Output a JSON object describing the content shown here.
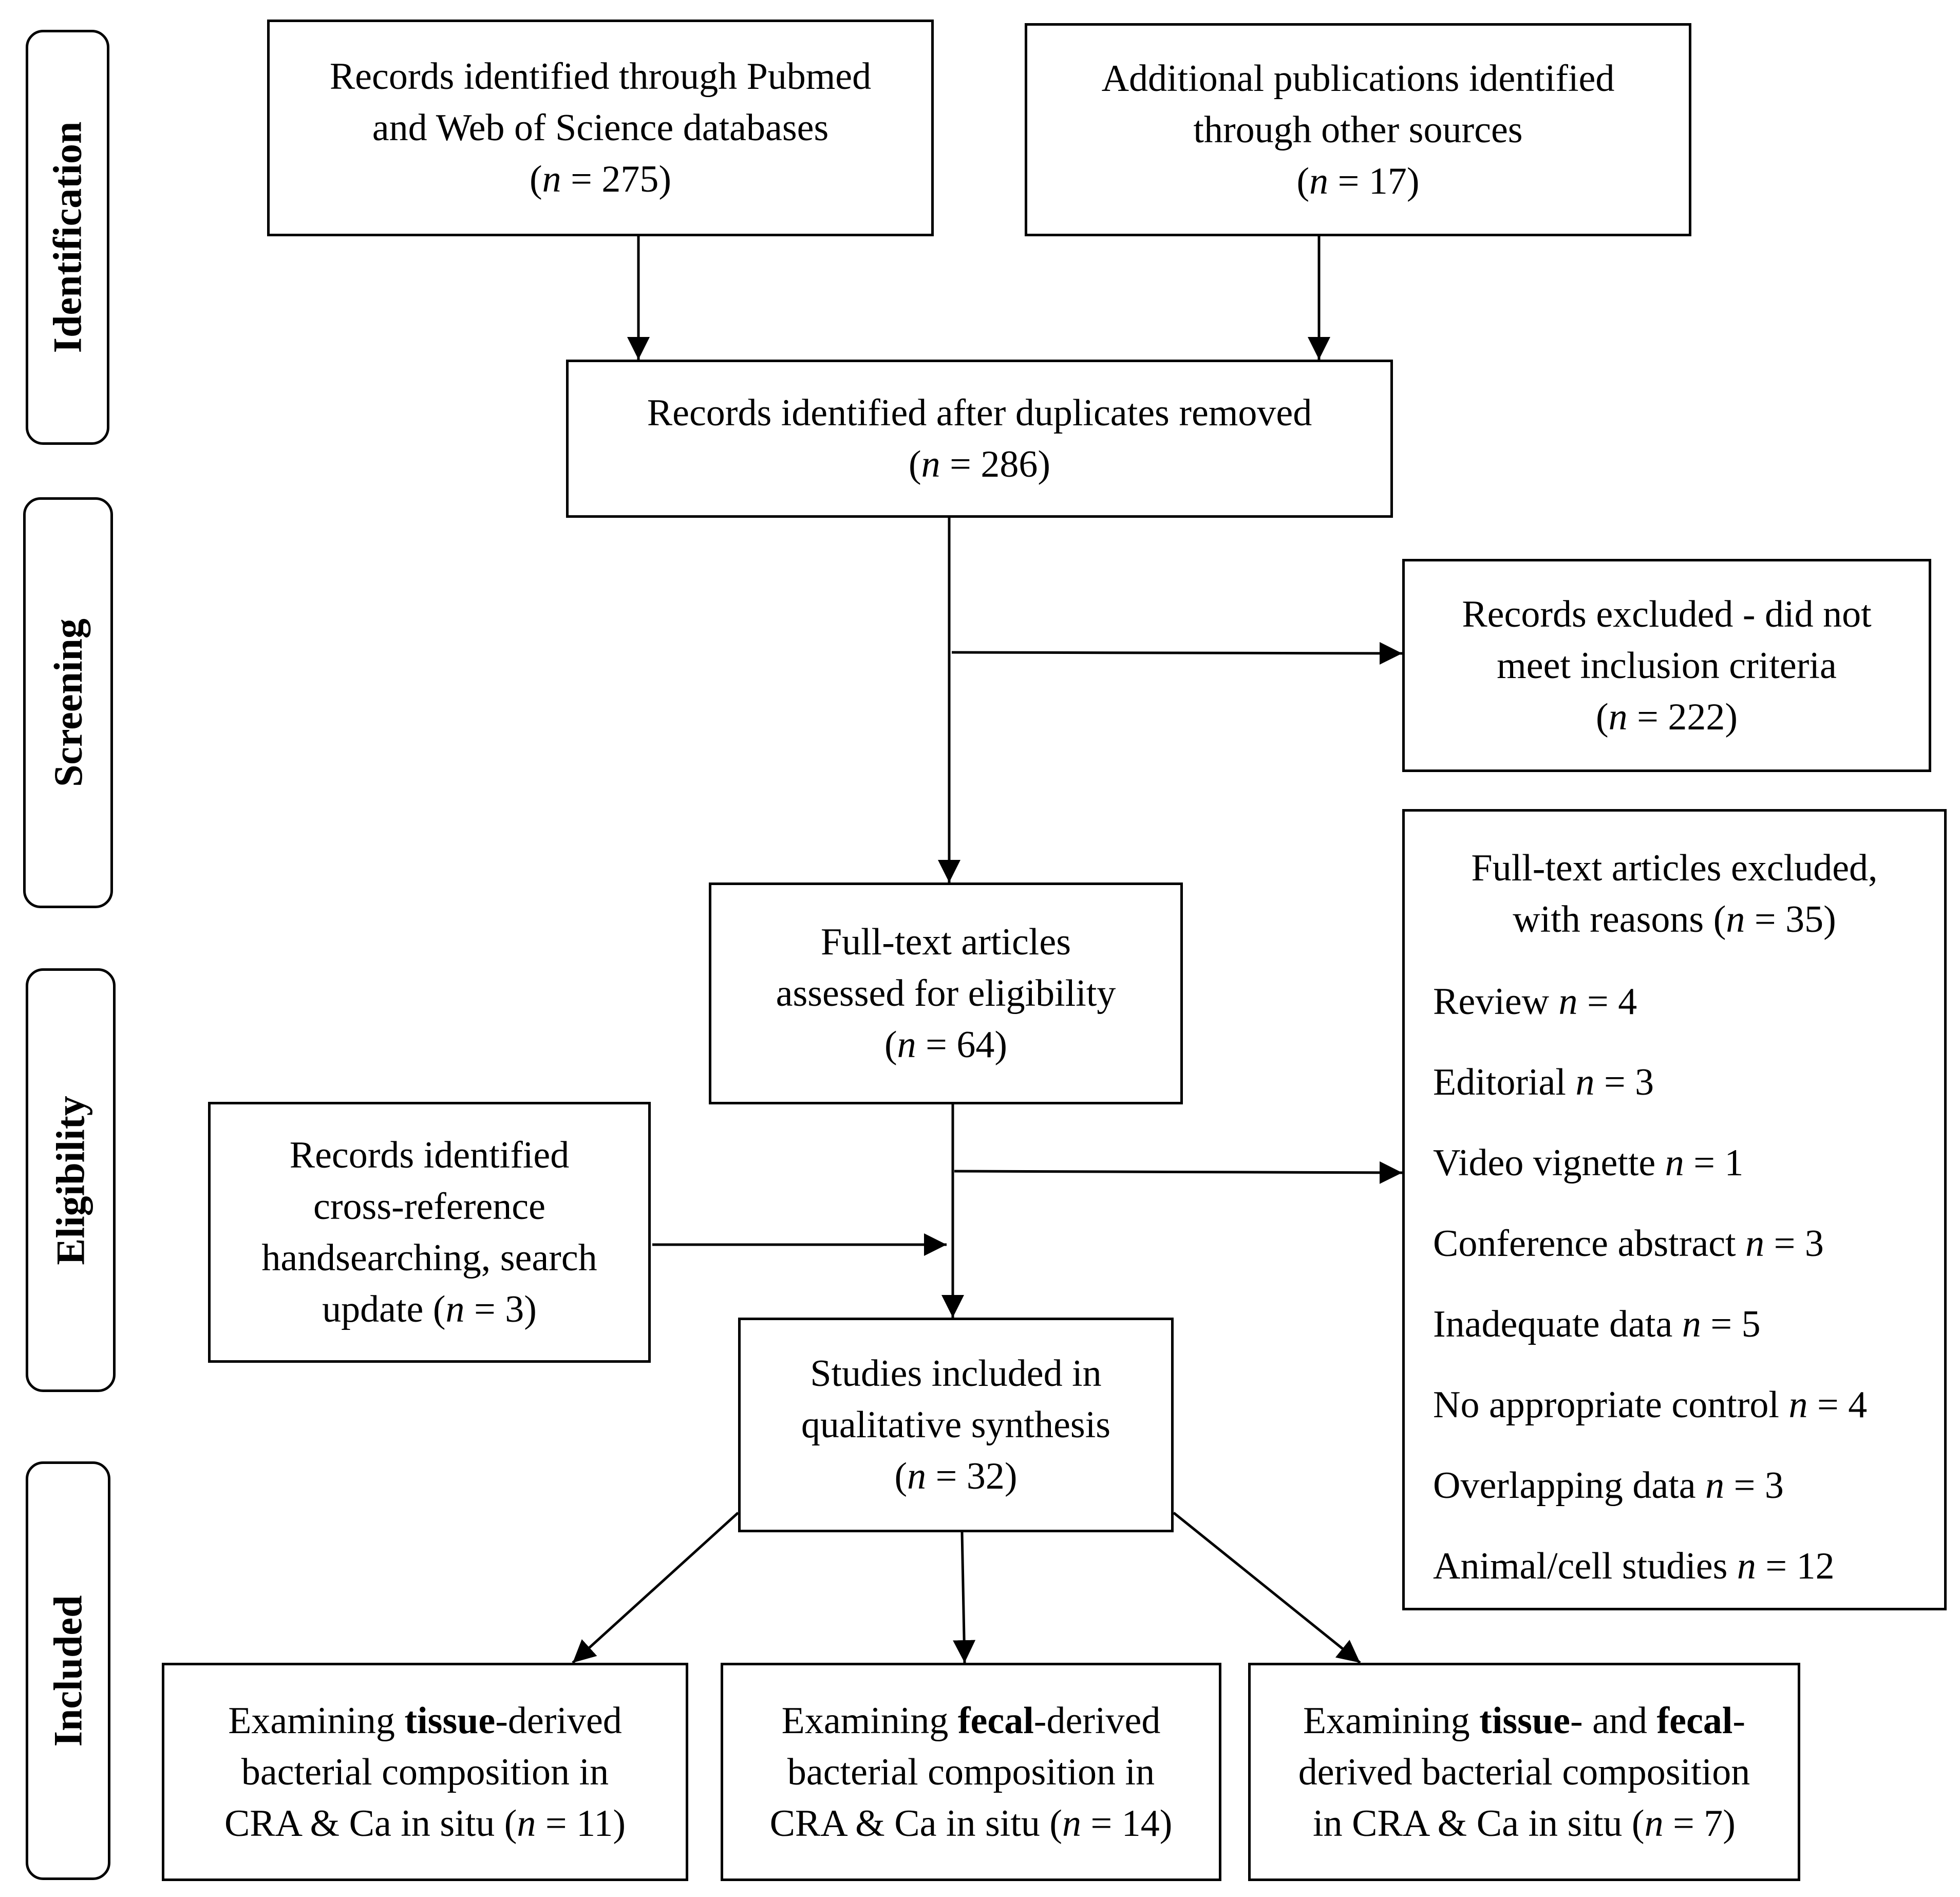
{
  "phases": {
    "identification": "Identification",
    "screening": "Screening",
    "eligibility": "Eligibility",
    "included": "Included"
  },
  "boxes": {
    "pubmed": {
      "line1": "Records identified through Pubmed",
      "line2": "and Web of Science databases",
      "n_prefix": "(",
      "n_symbol": "n",
      "n_value": " = 275)"
    },
    "other_sources": {
      "line1": "Additional publications identified",
      "line2": "through other sources",
      "n_prefix": "(",
      "n_symbol": "n",
      "n_value": " = 17)"
    },
    "dedup": {
      "line1": "Records identified after duplicates removed",
      "n_prefix": "(",
      "n_symbol": "n",
      "n_value": " = 286)"
    },
    "excluded_records": {
      "line1": "Records excluded - did not",
      "line2": "meet inclusion criteria",
      "n_prefix": "(",
      "n_symbol": "n",
      "n_value": " = 222)"
    },
    "fulltext": {
      "line1": "Full-text articles",
      "line2": "assessed for eligibility",
      "n_prefix": "(",
      "n_symbol": "n",
      "n_value": " = 64)"
    },
    "fulltext_excluded": {
      "line1": "Full-text articles excluded,",
      "line2_prefix": "with reasons (",
      "n_symbol": "n",
      "line2_value": " = 35)",
      "reasons": [
        {
          "label": "Review ",
          "n_symbol": "n",
          "value": " = 4"
        },
        {
          "label": "Editorial ",
          "n_symbol": "n",
          "value": " = 3"
        },
        {
          "label": "Video vignette ",
          "n_symbol": "n",
          "value": " = 1"
        },
        {
          "label": "Conference abstract ",
          "n_symbol": "n",
          "value": " = 3"
        },
        {
          "label": "Inadequate data ",
          "n_symbol": "n",
          "value": " = 5"
        },
        {
          "label": "No appropriate control ",
          "n_symbol": "n",
          "value": " = 4"
        },
        {
          "label": "Overlapping data ",
          "n_symbol": "n",
          "value": " = 3"
        },
        {
          "label": "Animal/cell studies ",
          "n_symbol": "n",
          "value": " = 12"
        }
      ]
    },
    "cross_reference": {
      "line1": "Records identified",
      "line2": "cross-reference",
      "line3": "handsearching, search",
      "line4_prefix": "update (",
      "n_symbol": "n",
      "line4_value": " = 3)"
    },
    "included": {
      "line1": "Studies included in",
      "line2": "qualitative synthesis",
      "n_prefix": "(",
      "n_symbol": "n",
      "n_value": " = 32)"
    },
    "tissue": {
      "l1_a": "Examining ",
      "l1_bold": "tissue",
      "l1_b": "-derived",
      "line2": "bacterial composition in",
      "line3_prefix": "CRA & Ca in situ (",
      "n_symbol": "n",
      "line3_value": " = 11)"
    },
    "fecal": {
      "l1_a": "Examining ",
      "l1_bold": "fecal",
      "l1_b": "-derived",
      "line2": "bacterial composition in",
      "line3_prefix": "CRA & Ca in situ (",
      "n_symbol": "n",
      "line3_value": " = 14)"
    },
    "both": {
      "l1_a": "Examining ",
      "l1_bold1": "tissue",
      "l1_mid": "- and ",
      "l1_bold2": "fecal",
      "l1_b": "-",
      "line2": "derived bacterial composition",
      "line3_prefix": "in CRA & Ca in situ (",
      "n_symbol": "n",
      "line3_value": " = 7)"
    }
  }
}
